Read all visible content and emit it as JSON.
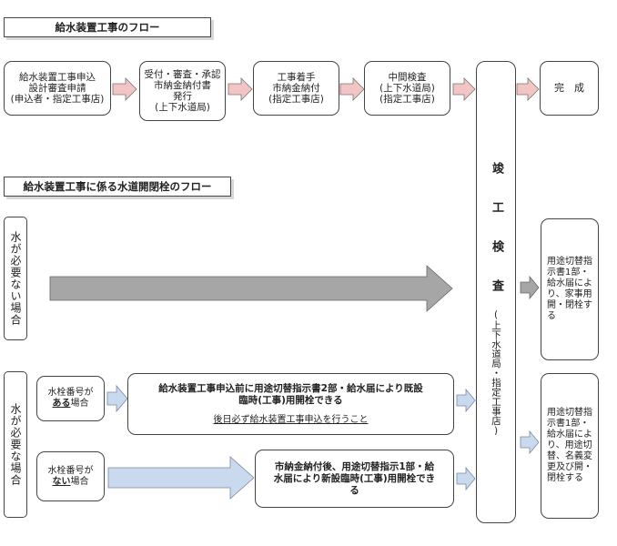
{
  "flow1": {
    "title": "給水装置工事のフロー",
    "steps": [
      "給水装置工事申込\n設計審査申請\n(申込者・指定工事店)",
      "受付・審査・承認\n市納金納付書\n発行\n(上下水道局)",
      "工事着手\n市納金納付\n(指定工事店)",
      "中間検査\n(上下水道局)\n(指定工事店)"
    ],
    "end": "完　成"
  },
  "inspection": {
    "main": "竣工検査",
    "sub": "(上下水道局・指定工事店)"
  },
  "flow2": {
    "title": "給水装置工事に係る水道開閉栓のフロー",
    "case_not_needed": "水が必要ない場合",
    "case_needed": "水が必要な場合",
    "result_top": "用途切替指示書1部・給水届により、家事用開・閉栓する",
    "result_bottom": "用途切替指示書1部・給水届により、用途切替、名義変更及び開・閉栓する",
    "meter_yes": {
      "pre": "水栓番号が",
      "key": "ある",
      "post": "場合"
    },
    "meter_no": {
      "pre": "水栓番号が",
      "key": "ない",
      "post": "場合"
    },
    "yes_text": "給水装置工事申込前に用途切替指示書2部・給水届により既設臨時(工事)用開栓できる",
    "yes_note": "後日必ず給水装置工事申込を行うこと",
    "no_text": "市納金納付後、用途切替指示1部・給水届により新設臨時(工事)用開栓できる"
  },
  "colors": {
    "pink_arrow": "#f2c4c4",
    "blue_arrow": "#c9d9ee",
    "gray_arrow": "#a6a6a6"
  }
}
